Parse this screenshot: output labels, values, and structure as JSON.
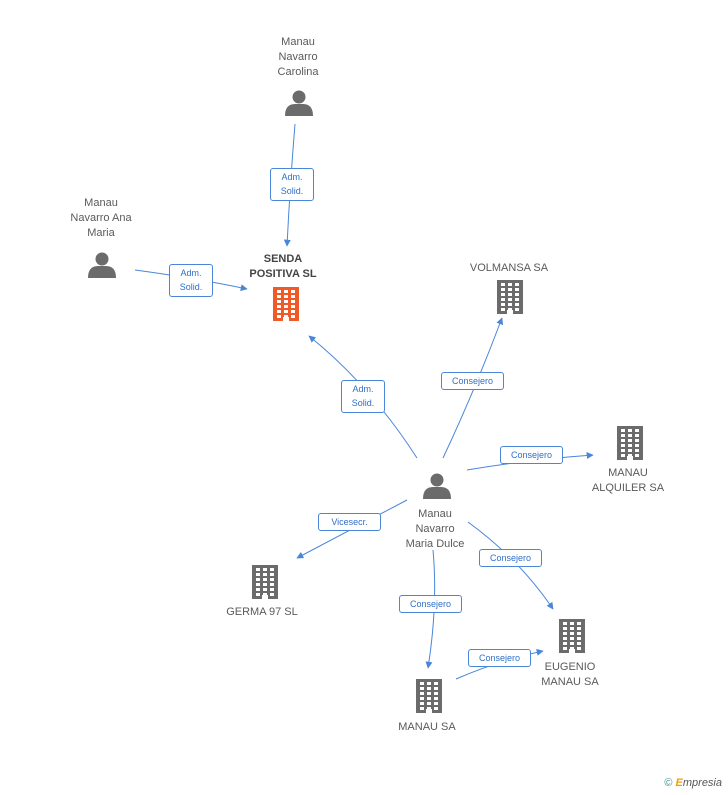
{
  "nodes": [
    {
      "id": "carolina",
      "kind": "person",
      "label": "Manau\nNavarro\nCarolina"
    },
    {
      "id": "ana",
      "kind": "person",
      "label": "Manau\nNavarro Ana\nMaria"
    },
    {
      "id": "senda",
      "kind": "company-main",
      "label": "SENDA\nPOSITIVA SL"
    },
    {
      "id": "volmansa",
      "kind": "company",
      "label": "VOLMANSA SA"
    },
    {
      "id": "alquiler",
      "kind": "company",
      "label": "MANAU\nALQUILER SA"
    },
    {
      "id": "dulce",
      "kind": "person",
      "label": "Manau\nNavarro\nMaria Dulce"
    },
    {
      "id": "germa",
      "kind": "company",
      "label": "GERMA 97 SL"
    },
    {
      "id": "eugenio",
      "kind": "company",
      "label": "EUGENIO\nMANAU SA"
    },
    {
      "id": "manausa",
      "kind": "company",
      "label": "MANAU SA"
    }
  ],
  "edges": [
    {
      "from": "carolina",
      "to": "senda",
      "label": "Adm.\nSolid."
    },
    {
      "from": "ana",
      "to": "senda",
      "label": "Adm.\nSolid."
    },
    {
      "from": "dulce",
      "to": "senda",
      "label": "Adm.\nSolid."
    },
    {
      "from": "dulce",
      "to": "volmansa",
      "label": "Consejero"
    },
    {
      "from": "dulce",
      "to": "alquiler",
      "label": "Consejero"
    },
    {
      "from": "dulce",
      "to": "germa",
      "label": "Vicesecr."
    },
    {
      "from": "dulce",
      "to": "eugenio",
      "label": "Consejero"
    },
    {
      "from": "dulce",
      "to": "manausa",
      "label": "Consejero"
    },
    {
      "from": "manausa",
      "to": "eugenio",
      "label": "Consejero"
    }
  ],
  "colors": {
    "edge": "#4a86d8",
    "person": "#6b6b6b",
    "company": "#6b6b6b",
    "main_company": "#f05a28"
  },
  "footer": {
    "copyright": "©",
    "brand_initial": "E",
    "brand_rest": "mpresia"
  }
}
